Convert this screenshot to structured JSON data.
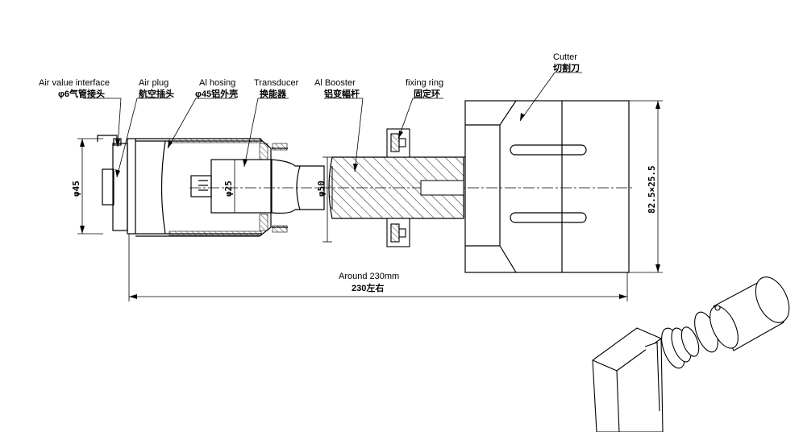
{
  "labels": {
    "air_valve": {
      "en": "Air value interface",
      "cn": "φ6气管接头"
    },
    "air_plug": {
      "en": "Air plug",
      "cn": "航空插头"
    },
    "al_housing": {
      "en": "Al hosing",
      "cn": "φ45铝外壳"
    },
    "transducer": {
      "en": "Transducer",
      "cn": "换能器"
    },
    "booster": {
      "en": "Al Booster",
      "cn": "铝变幅杆"
    },
    "fixing_ring": {
      "en": "fixing ring",
      "cn": "固定环"
    },
    "cutter": {
      "en": "Cutter",
      "cn": "切割刀"
    }
  },
  "dimensions": {
    "d45": "φ45",
    "d25": "φ25",
    "d50": "φ50",
    "cutter_size": "82.5×25.5",
    "length_en": "Around 230mm",
    "length_cn": "230左右"
  }
}
